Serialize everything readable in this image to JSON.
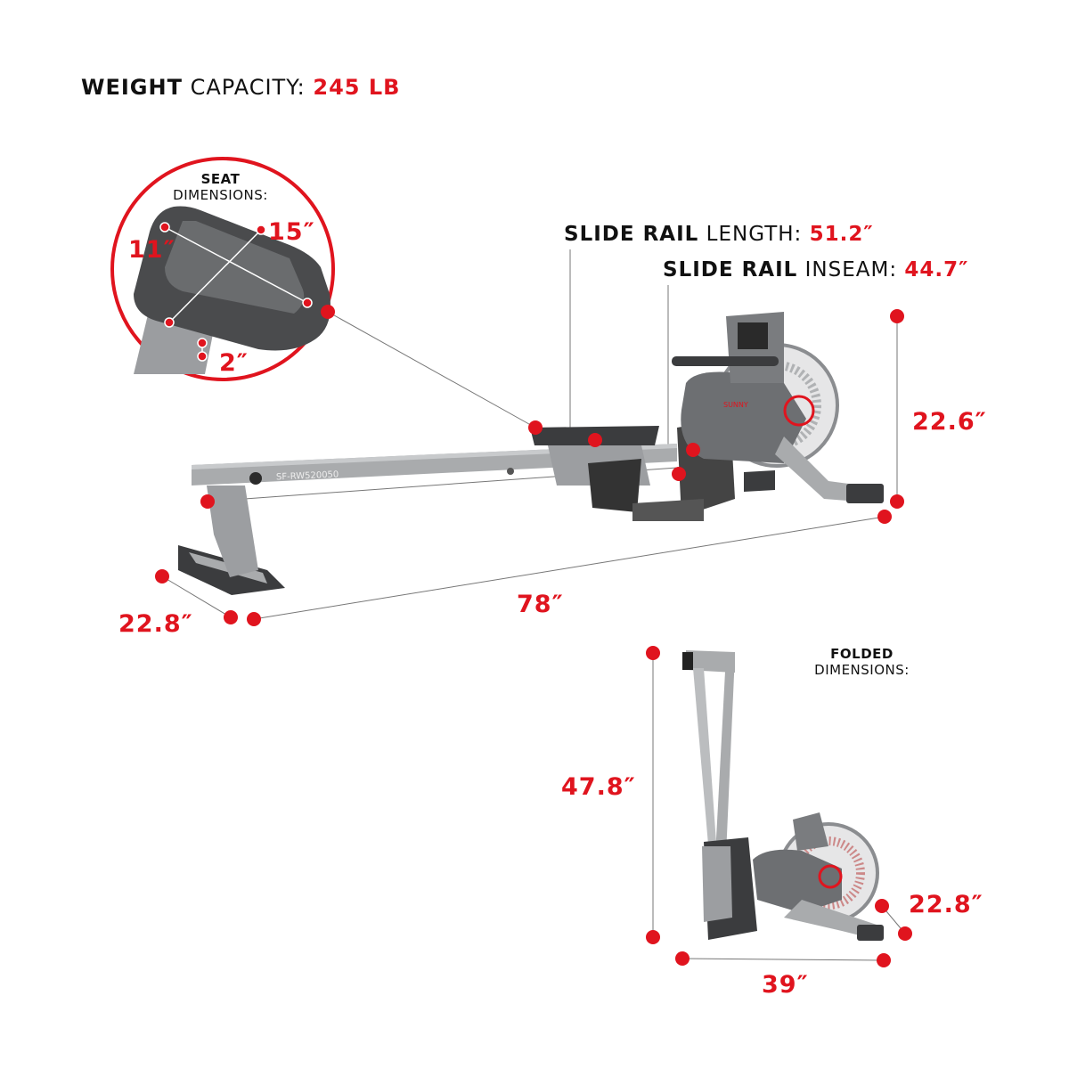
{
  "header": {
    "weight_word": "WEIGHT",
    "capacity_word": "CAPACITY:",
    "capacity_value": "245 LB"
  },
  "seat": {
    "title_bold": "SEAT",
    "title_regular": "DIMENSIONS:",
    "length": "15″",
    "width": "11″",
    "thickness": "2″"
  },
  "slide_rail": {
    "length_bold": "SLIDE RAIL",
    "length_regular": "LENGTH:",
    "length_value": "51.2″",
    "inseam_bold": "SLIDE RAIL",
    "inseam_regular": "INSEAM:",
    "inseam_value": "44.7″"
  },
  "machine": {
    "model": "SF-RW520050",
    "brand": "SUNNY",
    "height": "22.6″",
    "length": "78″",
    "width": "22.8″"
  },
  "folded": {
    "title_bold": "FOLDED",
    "title_regular": "DIMENSIONS:",
    "height": "47.8″",
    "length": "39″",
    "width": "22.8″"
  },
  "colors": {
    "accent": "#e0141e",
    "frame": "#a9abad",
    "body": "#6d6f72",
    "dark": "#3b3c3e"
  }
}
